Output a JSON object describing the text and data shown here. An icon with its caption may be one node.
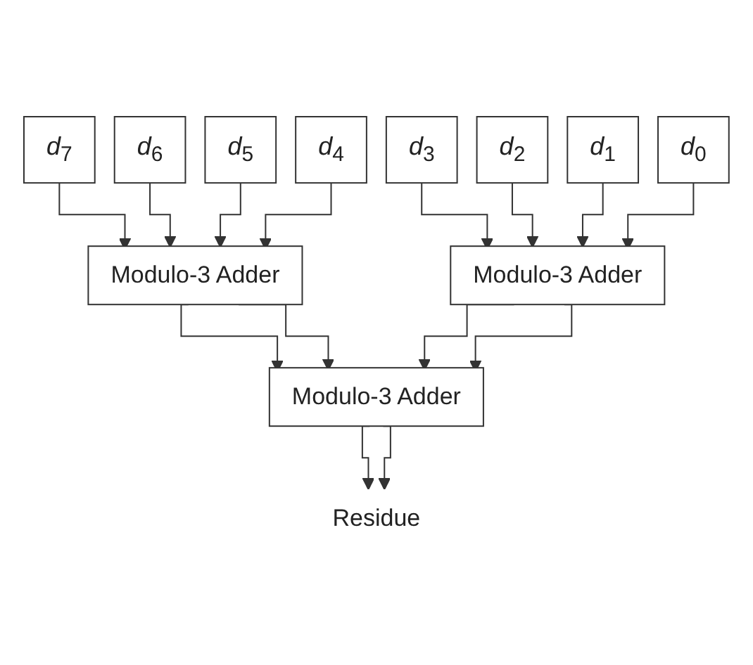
{
  "diagram": {
    "nodes": [
      {
        "text": [
          "*d*$_{7}$"
        ]
      },
      {
        "text": [
          "*d*$_{6}$"
        ]
      },
      {
        "text": [
          "*d*$_{5}$"
        ]
      },
      {
        "text": [
          "*d*$_{4}$"
        ]
      },
      {
        "text": [
          "*d*$_{3}$"
        ]
      },
      {
        "text": [
          "*d*$_{2}$"
        ]
      },
      {
        "text": [
          "*d*$_{1}$"
        ]
      },
      {
        "text": [
          "*d*$_{0}$"
        ]
      },
      {
        "text": [
          "Modulo-3 Adder"
        ]
      },
      {
        "text": [
          "Modulo-3 Adder"
        ]
      },
      {
        "text": [
          "Modulo-3 Adder"
        ]
      },
      {
        "text": [
          "Residue"
        ]
      }
    ],
    "edges": [
      {
        "from": 0,
        "to": 8,
        "arrow": "to"
      },
      {
        "from": 1,
        "to": 8,
        "arrow": "to"
      },
      {
        "from": 2,
        "to": 8,
        "arrow": "to"
      },
      {
        "from": 3,
        "to": 8,
        "arrow": "to"
      },
      {
        "from": 4,
        "to": 9,
        "arrow": "to"
      },
      {
        "from": 5,
        "to": 9,
        "arrow": "to"
      },
      {
        "from": 6,
        "to": 9,
        "arrow": "to"
      },
      {
        "from": 7,
        "to": 9,
        "arrow": "to"
      },
      {
        "from": 8,
        "to": 10,
        "arrow": "to"
      },
      {
        "from": 8,
        "to": 10,
        "arrow": "to"
      },
      {
        "from": 9,
        "to": 10,
        "arrow": "to"
      },
      {
        "from": 9,
        "to": 10,
        "arrow": "to"
      },
      {
        "from": 10,
        "to": 11,
        "arrow": "to"
      },
      {
        "from": 10,
        "to": 11,
        "arrow": "to"
      }
    ]
  }
}
